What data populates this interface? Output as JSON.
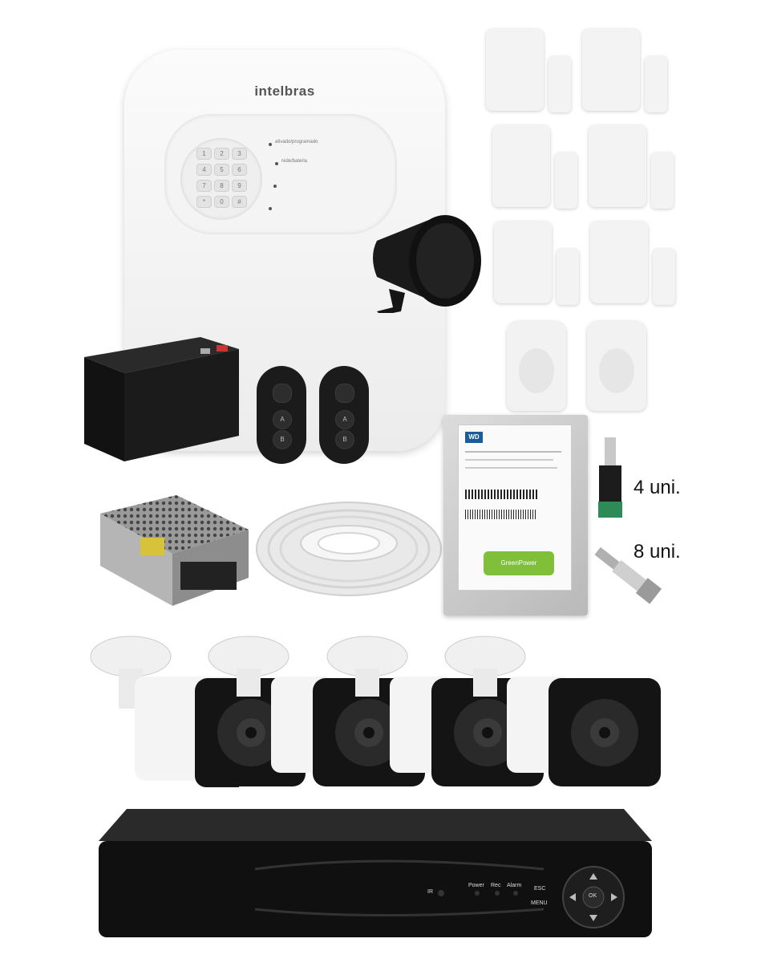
{
  "panel": {
    "brand": "intelbras",
    "keys": [
      "1",
      "2",
      "3",
      "4",
      "5",
      "6",
      "7",
      "8",
      "9",
      "*",
      "0",
      "#"
    ],
    "led_labels": [
      "ativado/programado",
      "rede/bateria"
    ]
  },
  "remote": {
    "buttons": [
      "A",
      "B"
    ]
  },
  "hdd": {
    "brand": "WD",
    "badge": "GreenPower"
  },
  "accessories": {
    "connector_count": "4 uni.",
    "bnc_count": "8 uni."
  },
  "dvr": {
    "labels": [
      "IR",
      "Power",
      "Rec",
      "Alarm",
      "ESC",
      "MENU",
      "OK"
    ]
  },
  "colors": {
    "product_white": "#f3f3f3",
    "product_black": "#1b1b1b",
    "hdd_green": "#7fbf3a"
  }
}
